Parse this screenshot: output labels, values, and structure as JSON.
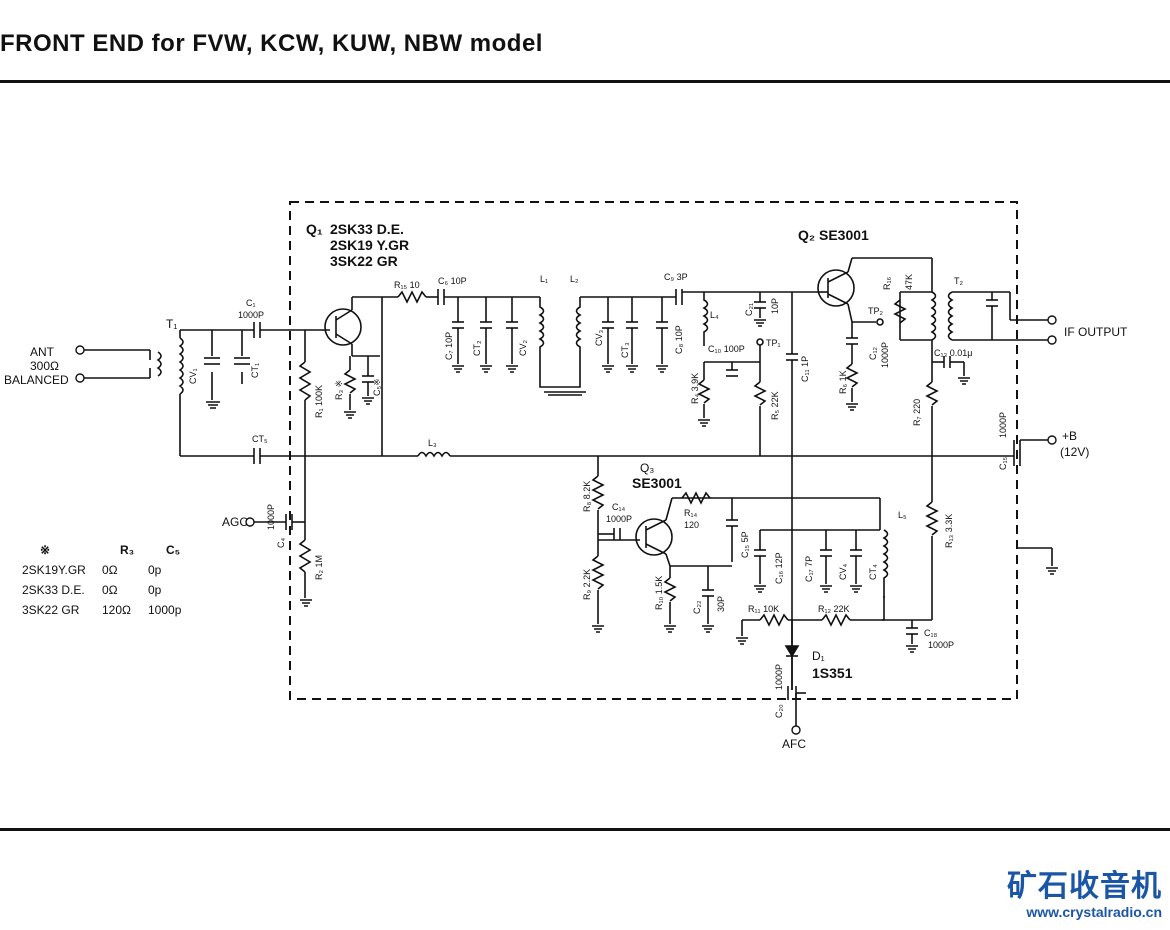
{
  "header": {
    "title": "FRONT END for FVW, KCW, KUW, NBW model"
  },
  "transistors": {
    "q1_label": "Q₁",
    "q1_lines": [
      "2SK33  D.E.",
      "2SK19  Y.GR",
      "3SK22  GR"
    ],
    "q2_label": "Q₂  SE3001",
    "q3_label": "Q₃",
    "q3_part": "SE3001",
    "d1_label": "D₁",
    "d1_part": "1S351"
  },
  "ports": {
    "ant": [
      "ANT",
      "300Ω",
      "BALANCED"
    ],
    "agc": "AGC",
    "if_output": "IF OUTPUT",
    "b_plus": [
      "+B",
      "(12V)"
    ],
    "afc": "AFC"
  },
  "components": {
    "T1": "T₁",
    "C1": "C₁",
    "C1v": "1000P",
    "CV1": "CV₁",
    "CT1": "CT₁",
    "CT5": "CT₅",
    "R1": "R₁ 100K",
    "R2": "R₂ 1M",
    "R3": "R₃ ※",
    "C5": "C₅※",
    "C4": "C₄",
    "C4v": "1000P",
    "R15": "R₁₅ 10",
    "C6": "C₆ 10P",
    "C7": "C₇ 10P",
    "CT2": "CT₂",
    "CV2": "CV₂",
    "L1": "L₁",
    "L2": "L₂",
    "L3": "L₃",
    "C9": "C₉ 3P",
    "CV3": "CV₃",
    "CT3": "CT₃",
    "C8": "C₈ 10P",
    "L4": "L₄",
    "C21": "C₂₁",
    "C21v": "10P",
    "C10": "C₁₀ 100P",
    "TP1": "TP₁",
    "R4": "R₄ 3.9K",
    "R5": "R₅ 22K",
    "C11": "C₁₁ 1P",
    "R16": "R₁₆",
    "R16v": "47K",
    "T2": "T₂",
    "TP2": "TP₂",
    "C12": "C₁₂",
    "C12v": "1000P",
    "R6": "R₆ 1K",
    "C13": "C₁₃ 0.01μ",
    "R7": "R₇ 220",
    "C15": "C₁₅",
    "C15v": "1000P",
    "R8": "R₈ 8.2K",
    "C14": "C₁₄",
    "C14v": "1000P",
    "R14": "R₁₄",
    "R14v": "120",
    "C15b": "C₁₅ 5P",
    "R9": "R₉ 2.2K",
    "R10": "R₁₀ 1.5K",
    "C22": "C₂₂",
    "C22v": "30P",
    "C16": "C₁₆ 12P",
    "C17": "C₁₇ 7P",
    "CV4": "CV₄",
    "CT4": "CT₄",
    "L5": "L₅",
    "R13": "R₁₃ 3.3K",
    "R11": "R₁₁ 10K",
    "R12": "R₁₂ 22K",
    "C18": "C₁₈",
    "C18v": "1000P",
    "C20": "C₂₀",
    "C20v": "1000P"
  },
  "notes_table": {
    "headers": [
      "※",
      "R₃",
      "C₅"
    ],
    "rows": [
      [
        "2SK19Y.GR",
        "0Ω",
        "0p"
      ],
      [
        "2SK33 D.E.",
        "0Ω",
        "0p"
      ],
      [
        "3SK22 GR",
        "120Ω",
        "1000p"
      ]
    ]
  },
  "watermark": {
    "name": "矿石收音机",
    "url": "www.crystalradio.cn"
  }
}
